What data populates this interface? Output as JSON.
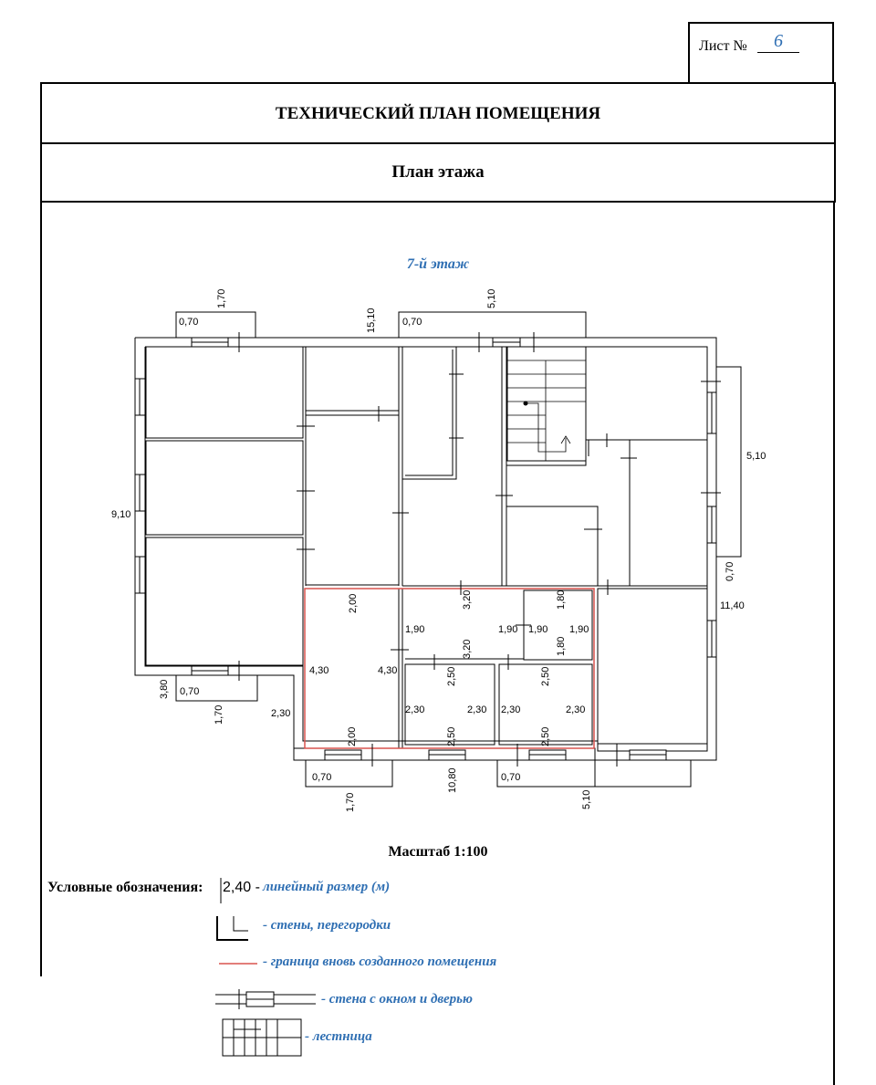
{
  "sheet": {
    "label": "Лист №",
    "number": "6"
  },
  "header": {
    "title": "ТЕХНИЧЕСКИЙ ПЛАН ПОМЕЩЕНИЯ",
    "subtitle": "План этажа"
  },
  "plan": {
    "floor_label": "7-й этаж",
    "dimensions": [
      "1,70",
      "0,70",
      "15,10",
      "0,70",
      "5,10",
      "9,10",
      "5,10",
      "0,70",
      "11,40",
      "3,80",
      "0,70",
      "1,70",
      "2,30",
      "0,70",
      "1,70",
      "10,80",
      "0,70",
      "5,10",
      "2,00",
      "3,20",
      "1,80",
      "1,90",
      "1,90",
      "1,90",
      "1,90",
      "3,20",
      "1,80",
      "4,30",
      "4,30",
      "2,50",
      "2,50",
      "2,30",
      "2,30",
      "2,30",
      "2,30",
      "2,00",
      "2,50",
      "2,50"
    ]
  },
  "scale": "Масштаб 1:100",
  "legend": {
    "title": "Условные обозначения:",
    "dim_sample": "2,40 -",
    "items": [
      "линейный размер (м)",
      "- стены, перегородки",
      "- граница вновь созданного помещения",
      "- стена с окном и дверью",
      "- лестница"
    ]
  },
  "colors": {
    "accent_text": "#2f6fb3",
    "new_room_border": "#d9534f",
    "lines": "#000000"
  }
}
